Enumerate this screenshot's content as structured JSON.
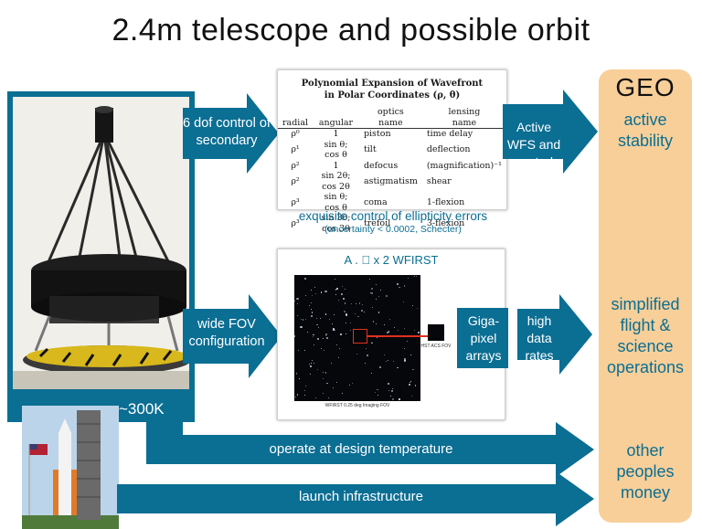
{
  "title": "2.4m telescope and possible orbit",
  "left_panel": {
    "temperature": "~300K"
  },
  "arrows": {
    "secondary_control": "6 dof control of secondary",
    "active_wfs": "Active WFS and control",
    "wide_fov": "wide FOV configuration",
    "gigapixel": "Giga- pixel arrays",
    "high_data": "high data rates",
    "design_temp": "operate at design temperature",
    "launch": "launch infrastructure"
  },
  "wavefront_table": {
    "title_line1": "Polynomial Expansion of Wavefront",
    "title_line2": "in Polar Coordinates (ρ, θ)",
    "headers": [
      [
        "radial",
        ""
      ],
      [
        "angular",
        ""
      ],
      [
        "optics",
        "name"
      ],
      [
        "lensing",
        "name"
      ]
    ],
    "rows": [
      [
        "ρ⁰",
        "1",
        "piston",
        "time delay"
      ],
      [
        "ρ¹",
        "sin θ; cos θ",
        "tilt",
        "deflection"
      ],
      [
        "ρ²",
        "1",
        "defocus",
        "(magnification)⁻¹"
      ],
      [
        "ρ²",
        "sin 2θ; cos 2θ",
        "astigmatism",
        "shear"
      ],
      [
        "ρ³",
        "sin θ; cos θ",
        "coma",
        "1-flexion"
      ],
      [
        "ρ³",
        "sin 3θ; cos 3θ",
        "trefoil",
        "3-flexion"
      ]
    ]
  },
  "ellipticity_caption": {
    "line1": "exquisite control of ellipticity errors",
    "line2": "(uncertainty < 0.0002, Schecter)"
  },
  "wfirst_figure": {
    "header": "A . ⃞ x 2 WFIRST",
    "inset_label": "HST ACS FOV",
    "footer": "WFIRST 0.25 deg Imaging FOV"
  },
  "benefits": {
    "geo": "GEO",
    "active_stability": "active stability",
    "simplified": "simplified flight & science operations",
    "other_money": "other peoples money"
  },
  "colors": {
    "blue": "#0b6e93",
    "peach": "#f8cf99"
  }
}
